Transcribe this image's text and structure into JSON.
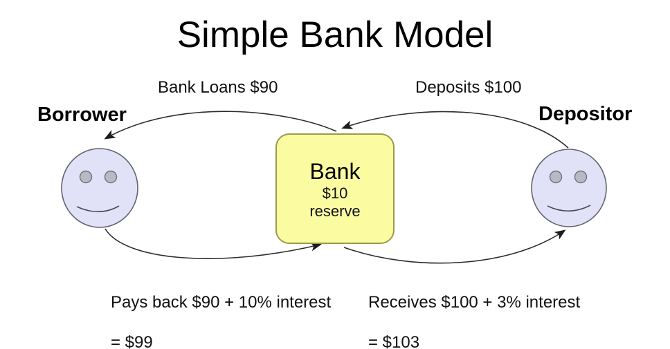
{
  "title": "Simple Bank Model",
  "nodes": {
    "borrower": {
      "label": "Borrower"
    },
    "depositor": {
      "label": "Depositor"
    },
    "bank": {
      "name": "Bank",
      "reserve_amount": "$10",
      "reserve_word": "reserve"
    }
  },
  "flows": {
    "loan": {
      "label": "Bank Loans $90",
      "from": "Bank",
      "to": "Borrower"
    },
    "deposit": {
      "label": "Deposits $100",
      "from": "Depositor",
      "to": "Bank"
    },
    "payback": {
      "line1": "Pays back $90 + 10% interest",
      "line2": "= $99",
      "from": "Borrower",
      "to": "Bank"
    },
    "receive": {
      "line1": "Receives $100 + 3% interest",
      "line2": "= $103",
      "from": "Bank",
      "to": "Depositor"
    }
  },
  "colors": {
    "bank_fill": "#FBFBA2",
    "bank_border": "#9A9A48",
    "face_fill": "#E1E1F7",
    "face_border": "#62626E",
    "eye_fill": "#B9B9C6",
    "eye_border": "#70707C",
    "arrow": "#2B2B2B",
    "text": "#000000",
    "background": "#FFFFFF"
  }
}
